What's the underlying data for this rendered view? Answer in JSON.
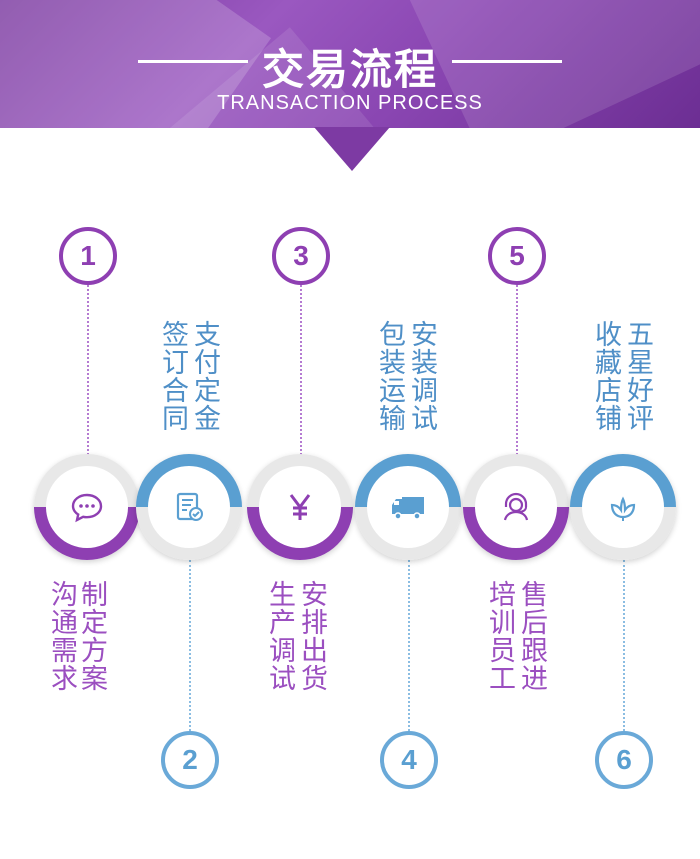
{
  "header": {
    "title": "交易流程",
    "subtitle": "TRANSACTION PROCESS"
  },
  "colors": {
    "purple": "#8e3fb2",
    "blue": "#5a9fd1"
  },
  "steps": [
    {
      "number": "1",
      "label": "沟通需求",
      "label2": "制定方案",
      "icon": "chat-bubble-icon"
    },
    {
      "number": "2",
      "label": "签订合同",
      "label2": "支付定金",
      "icon": "contract-check-icon"
    },
    {
      "number": "3",
      "label": "生产调试",
      "label2": "安排出货",
      "icon": "yen-icon"
    },
    {
      "number": "4",
      "label": "包装运输",
      "label2": "安装调试",
      "icon": "truck-icon"
    },
    {
      "number": "5",
      "label": "培训员工",
      "label2": "售后跟进",
      "icon": "headset-support-icon"
    },
    {
      "number": "6",
      "label": "收藏店铺",
      "label2": "五星好评",
      "icon": "lotus-flower-icon"
    }
  ]
}
